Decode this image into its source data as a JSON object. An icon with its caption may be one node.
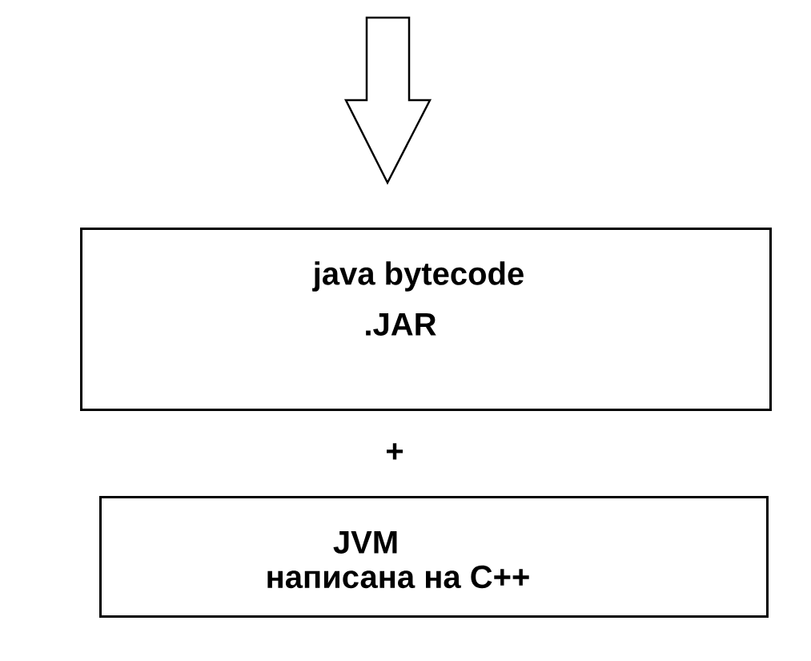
{
  "diagram": {
    "nodes": [
      {
        "text": [
          "java bytecode",
          ".JAR"
        ]
      },
      {
        "text": [
          "JVM",
          "написана на C++"
        ]
      }
    ],
    "labels": [
      "+"
    ]
  }
}
